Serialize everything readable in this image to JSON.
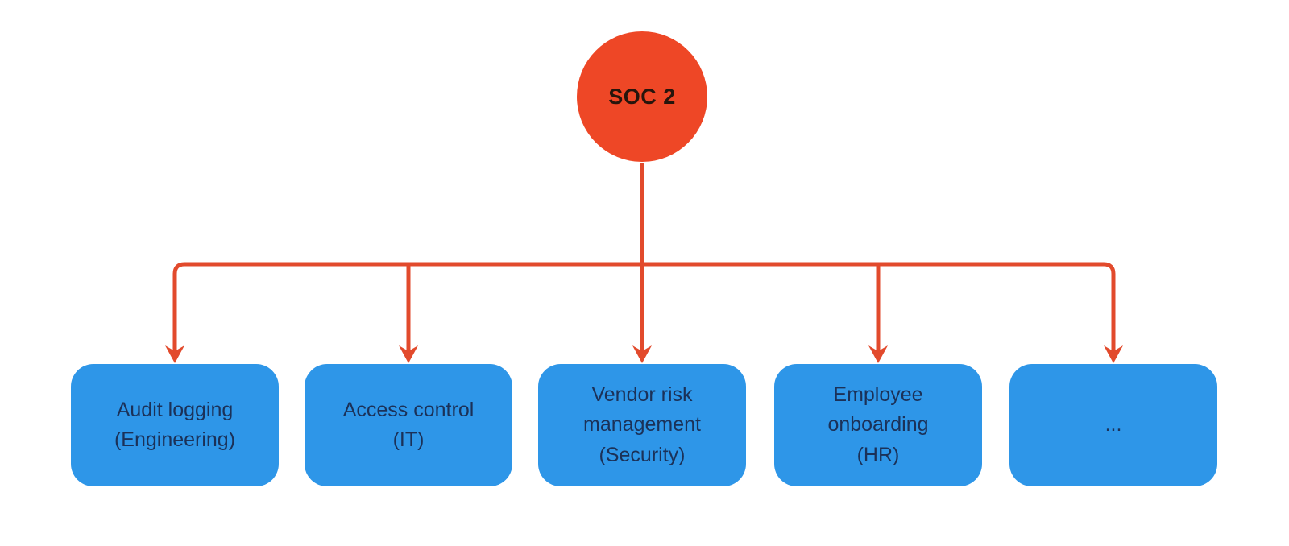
{
  "diagram": {
    "root": {
      "label": "SOC 2"
    },
    "children": [
      {
        "label": "Audit logging\n(Engineering)"
      },
      {
        "label": "Access control\n(IT)"
      },
      {
        "label": "Vendor risk\nmanagement\n(Security)"
      },
      {
        "label": "Employee\nonboarding\n(HR)"
      },
      {
        "label": "..."
      }
    ],
    "colors": {
      "background": "#ffffff",
      "root_fill": "#ee4726",
      "root_text": "#27150c",
      "connector": "#e24a2c",
      "child_fill": "#2e96e8",
      "child_text": "#1b3158"
    }
  }
}
